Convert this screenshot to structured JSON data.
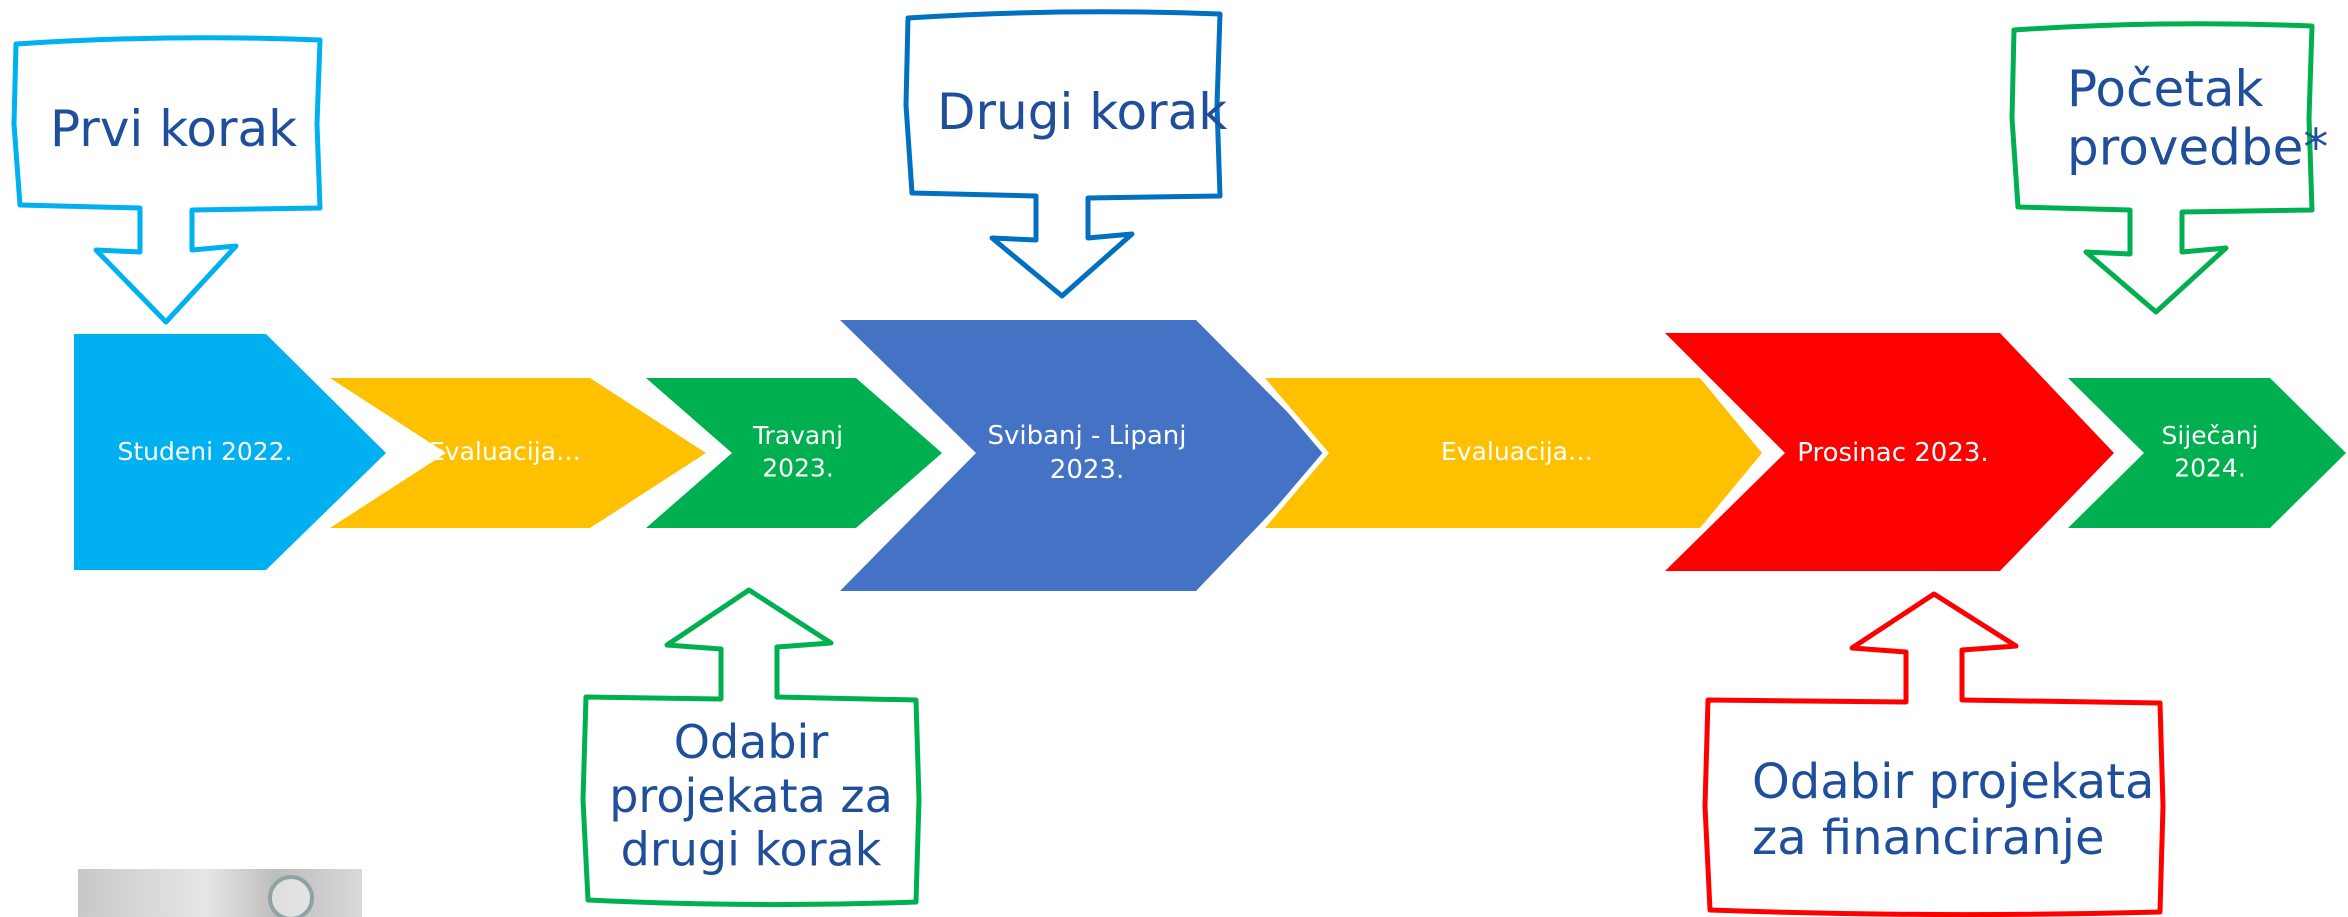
{
  "timeline": [
    {
      "label": "Studeni 2022.",
      "color": "#00b0f0"
    },
    {
      "label": "Evaluacija…",
      "color": "#ffc000"
    },
    {
      "label": "Travanj\n2023.",
      "color": "#00b050"
    },
    {
      "label": "Svibanj - Lipanj\n2023.",
      "color": "#4472c4"
    },
    {
      "label": "Evaluacija…",
      "color": "#ffc000"
    },
    {
      "label": "Prosinac 2023.",
      "color": "#ff0000"
    },
    {
      "label": "Siječanj\n2024.",
      "color": "#00b050"
    }
  ],
  "callouts": [
    {
      "text": "Prvi korak",
      "color": "#00b0f0",
      "direction": "down"
    },
    {
      "text": "Drugi korak",
      "color": "#0070c0",
      "direction": "down"
    },
    {
      "text": "Početak\nprovedbe*",
      "color": "#00b050",
      "direction": "down"
    },
    {
      "text": "Odabir\nprojekata za\ndrugi korak",
      "color": "#00b050",
      "direction": "up"
    },
    {
      "text": "Odabir projekata\nza financiranje",
      "color": "#ff0000",
      "direction": "up"
    }
  ],
  "colors": {
    "callout_text": "#1f4e9a",
    "chevron_text": "#ffffff"
  }
}
